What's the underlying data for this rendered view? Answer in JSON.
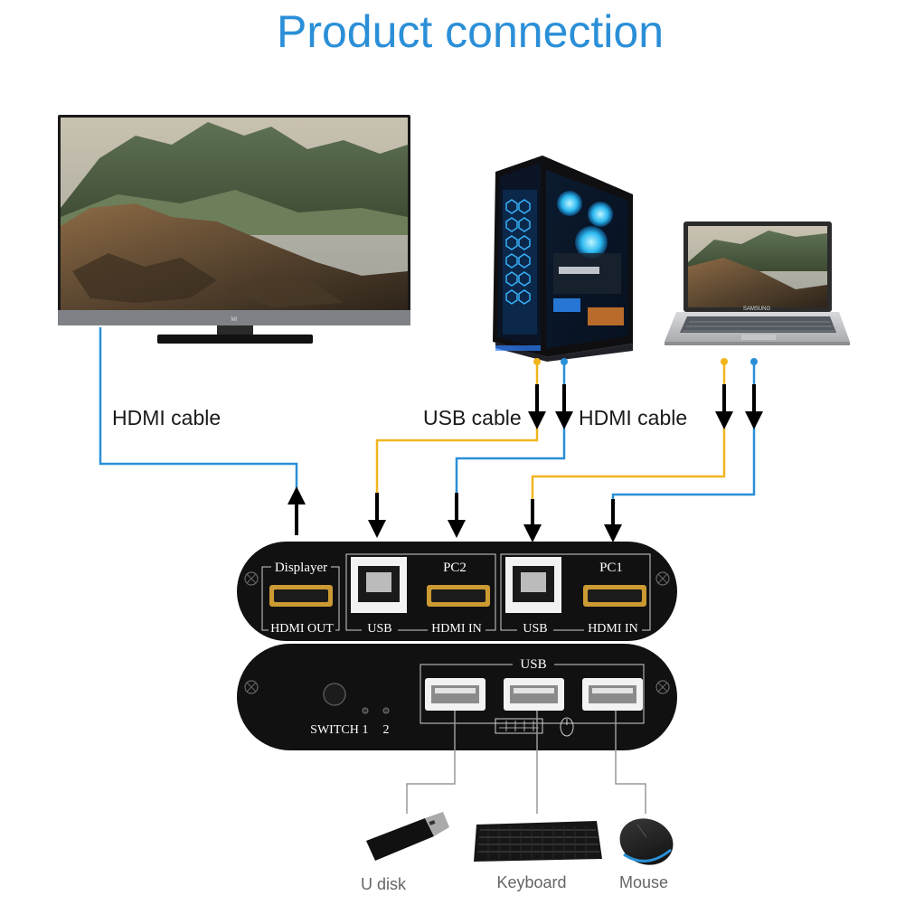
{
  "title": "Product connection",
  "cables": {
    "hdmi_left": "HDMI cable",
    "usb_mid": "USB cable",
    "hdmi_right": "HDMI cable"
  },
  "switch_front": {
    "displayer": "Displayer",
    "hdmi_out": "HDMI OUT",
    "pc2": "PC2",
    "pc1": "PC1",
    "usb_a": "USB",
    "usb_b": "USB",
    "hdmi_in_a": "HDMI IN",
    "hdmi_in_b": "HDMI IN"
  },
  "switch_back": {
    "usb": "USB",
    "switch": "SWITCH",
    "led1": "1",
    "led2": "2"
  },
  "devices": {
    "udisk": "U disk",
    "keyboard": "Keyboard",
    "mouse": "Mouse",
    "tv_logo": "MI",
    "laptop_brand": "SAMSUNG"
  },
  "colors": {
    "title": "#2b8fd8",
    "hdmi_wire": "#2a8fd6",
    "usb_wire": "#f1b51e",
    "device_wire": "#999999",
    "switch_body": "#111111"
  }
}
